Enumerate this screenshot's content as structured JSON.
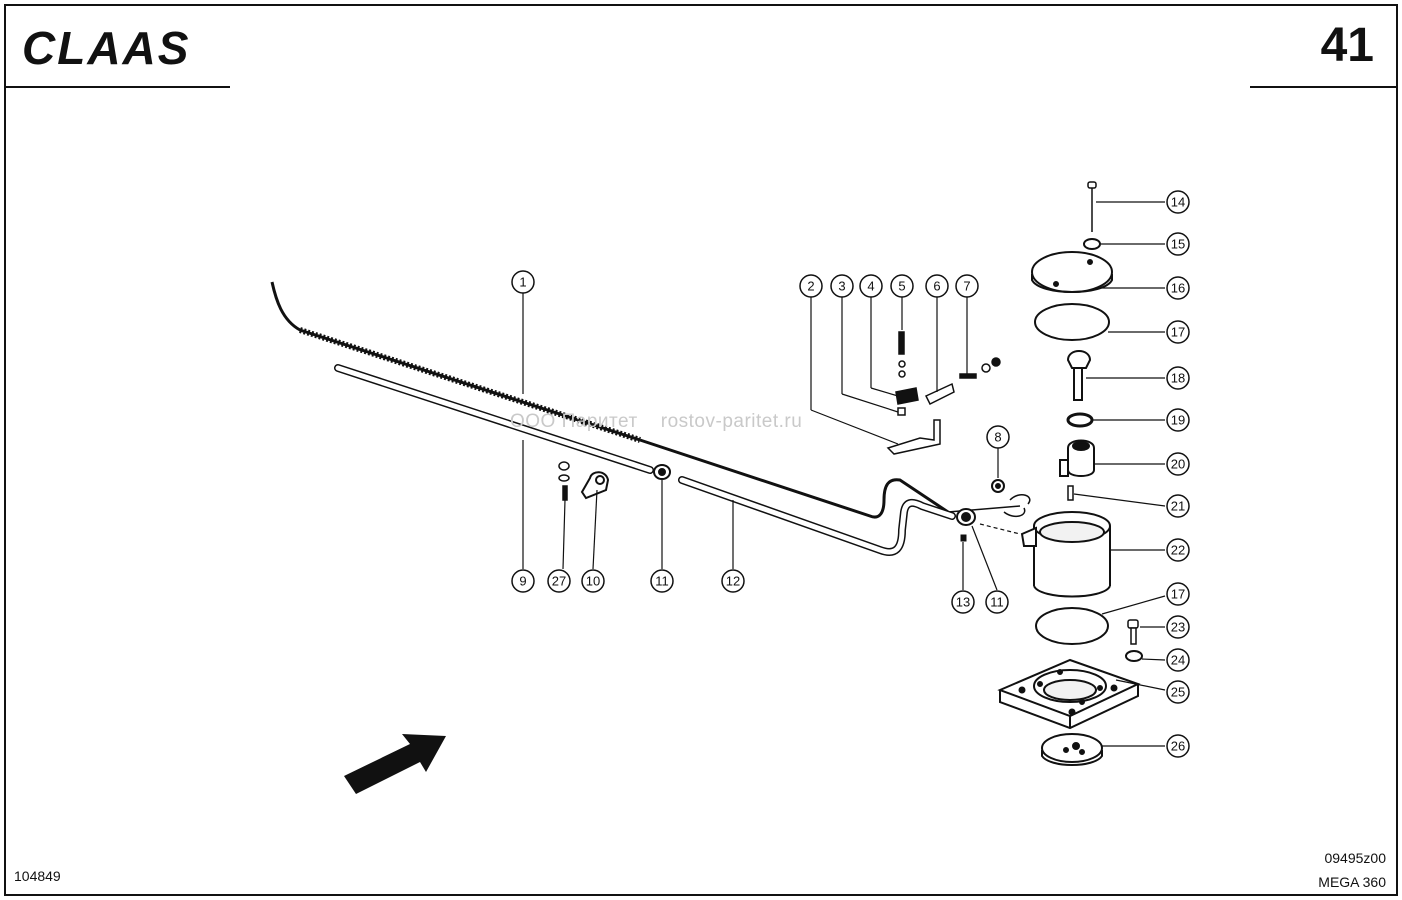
{
  "header": {
    "brand": "CLAAS",
    "page_number": "41"
  },
  "footer": {
    "doc_id": "104849",
    "ref_code": "09495z00",
    "model": "MEGA 360"
  },
  "watermark": "ООО Паритет    rostov-paritet.ru",
  "callouts": [
    {
      "id": "c1",
      "label": "1"
    },
    {
      "id": "c2",
      "label": "2"
    },
    {
      "id": "c3",
      "label": "3"
    },
    {
      "id": "c4",
      "label": "4"
    },
    {
      "id": "c5",
      "label": "5"
    },
    {
      "id": "c6",
      "label": "6"
    },
    {
      "id": "c7",
      "label": "7"
    },
    {
      "id": "c8",
      "label": "8"
    },
    {
      "id": "c9",
      "label": "9"
    },
    {
      "id": "c27",
      "label": "27"
    },
    {
      "id": "c10",
      "label": "10"
    },
    {
      "id": "c11a",
      "label": "11"
    },
    {
      "id": "c12",
      "label": "12"
    },
    {
      "id": "c13",
      "label": "13"
    },
    {
      "id": "c11b",
      "label": "11"
    },
    {
      "id": "c14",
      "label": "14"
    },
    {
      "id": "c15",
      "label": "15"
    },
    {
      "id": "c16",
      "label": "16"
    },
    {
      "id": "c17a",
      "label": "17"
    },
    {
      "id": "c18",
      "label": "18"
    },
    {
      "id": "c19",
      "label": "19"
    },
    {
      "id": "c20",
      "label": "20"
    },
    {
      "id": "c21",
      "label": "21"
    },
    {
      "id": "c22",
      "label": "22"
    },
    {
      "id": "c17b",
      "label": "17"
    },
    {
      "id": "c23",
      "label": "23"
    },
    {
      "id": "c24",
      "label": "24"
    },
    {
      "id": "c25",
      "label": "25"
    },
    {
      "id": "c26",
      "label": "26"
    }
  ]
}
